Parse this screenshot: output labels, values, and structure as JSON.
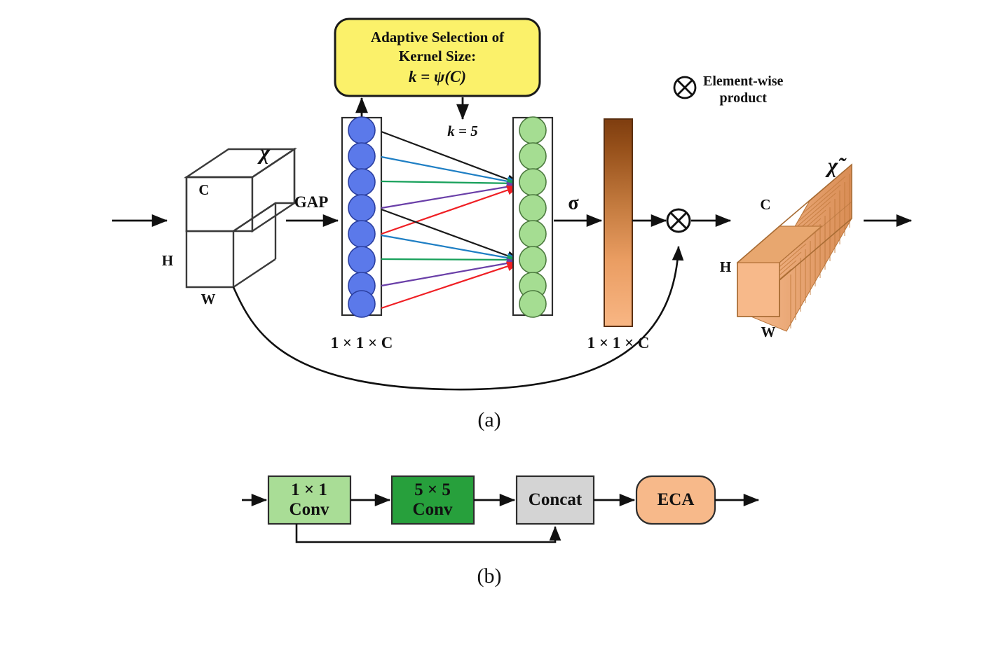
{
  "figure": {
    "panel_a": {
      "label": "(a)",
      "input_tensor": {
        "name_symbol": "χ",
        "dim_c": "C",
        "dim_h": "H",
        "dim_w": "W",
        "fill_color": "#ffffff",
        "stroke_color": "#333333"
      },
      "gap_label": "GAP",
      "kernel_box": {
        "line1": "Adaptive Selection of",
        "line2": "Kernel Size:",
        "line3": "k = ψ(C)",
        "fill_color": "#fbf16a",
        "stroke_color": "#1a1a1a"
      },
      "k_value_label": "k = 5",
      "left_column": {
        "count": 8,
        "circle_color": "#5b79ea",
        "circle_stroke": "#2b3fa0",
        "caption": "1 × 1 × C"
      },
      "right_column": {
        "count": 8,
        "circle_color": "#a5dd92",
        "circle_stroke": "#4c7a3f",
        "caption": ""
      },
      "connection_colors": [
        "#1a1a1a",
        "#1f7fc4",
        "#17a05a",
        "#6a3fa8",
        "#ef1f24"
      ],
      "sigma_label": "σ",
      "attention_bar": {
        "caption": "1 × 1 × C",
        "gradient_top": "#8a4513",
        "gradient_bottom": "#f7b380",
        "stroke_color": "#5a2f10"
      },
      "multiply_symbol": "⊗",
      "output_tensor": {
        "name_symbol": "χ̃",
        "dim_c": "C",
        "dim_h": "H",
        "dim_w": "W",
        "front_color": "#f7b98a",
        "top_color": "#d88a4e",
        "side_color": "#e8a068"
      },
      "legend": {
        "symbol": "⊗",
        "line1": "Element-wise",
        "line2": "product"
      }
    },
    "panel_b": {
      "label": "(b)",
      "blocks": [
        {
          "id": "conv1x1",
          "line1": "1 × 1",
          "line2": "Conv",
          "fill_color": "#a9dd96",
          "stroke_color": "#2d2d2d",
          "shape": "rect"
        },
        {
          "id": "conv5x5",
          "line1": "5 × 5",
          "line2": "Conv",
          "fill_color": "#27a githubplaceholder",
          "stroke_color": "#2d2d2d",
          "shape": "rect"
        },
        {
          "id": "concat",
          "line1": "Concat",
          "line2": "",
          "fill_color": "#d4d4d4",
          "stroke_color": "#2d2d2d",
          "shape": "rect"
        },
        {
          "id": "eca",
          "line1": "ECA",
          "line2": "",
          "fill_color": "#f7b98a",
          "stroke_color": "#2d2d2d",
          "shape": "rounded"
        }
      ]
    }
  },
  "colors": {
    "arrow": "#111111",
    "blue_node": "#5b79ea",
    "green_node": "#a5dd92",
    "dark_green_box": "#27a03c",
    "light_green_box": "#a9dd96",
    "gray_box": "#d4d4d4",
    "peach_box": "#f7b98a",
    "yellow_box": "#fbf16a"
  }
}
